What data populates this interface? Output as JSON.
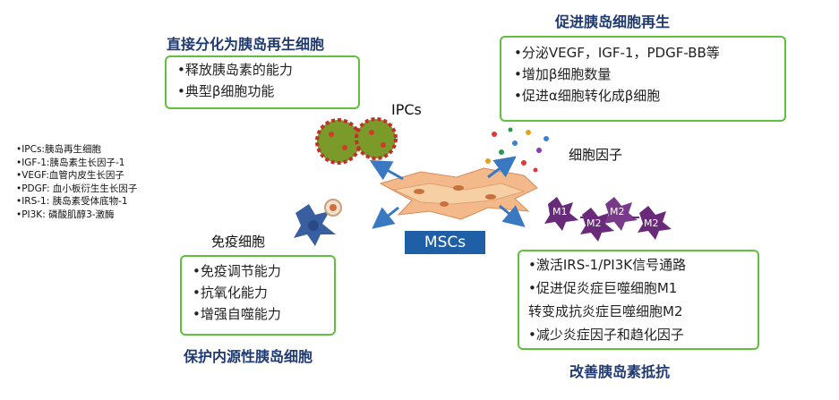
{
  "top_left": {
    "heading": "直接分化为胰岛再生细胞",
    "items": [
      "•释放胰岛素的能力",
      "•典型β细胞功能"
    ]
  },
  "top_right": {
    "heading": "促进胰岛细胞再生",
    "items": [
      "•分泌VEGF，IGF-1，PDGF-BB等",
      "•增加β细胞数量",
      "•促进α细胞转化成β细胞"
    ]
  },
  "bottom_left": {
    "heading": "保护内源性胰岛细胞",
    "items": [
      "•免疫调节能力",
      "•抗氧化能力",
      "•增强自噬能力"
    ]
  },
  "bottom_right": {
    "heading": "改善胰岛素抵抗",
    "items": [
      "•激活IRS-1/PI3K信号通路",
      "•促进促炎症巨噬细胞M1",
      "转变成抗炎症巨噬细胞M2",
      "•减少炎症因子和趋化因子"
    ]
  },
  "labels": {
    "ipcs": "IPCs",
    "cytokines": "细胞因子",
    "immune_cells": "免疫细胞",
    "mscs": "MSCs",
    "m1": "M1",
    "m2": "M2"
  },
  "legend": [
    "•IPCs:胰岛再生细胞",
    "•IGF-1:胰岛素生长因子-1",
    "•VEGF:血管内皮生长因子",
    "•PDGF: 血小板衍生生长因子",
    "•IRS-1: 胰岛素受体底物-1",
    "•PI3K: 磷酸肌醇3-激酶"
  ],
  "colors": {
    "heading": "#1f3a73",
    "box_border": "#5fbf3f",
    "arrow": "#3a78c2",
    "mscs_label_bg": "#1f5fa8",
    "macrophage": "#6a2a7a"
  }
}
